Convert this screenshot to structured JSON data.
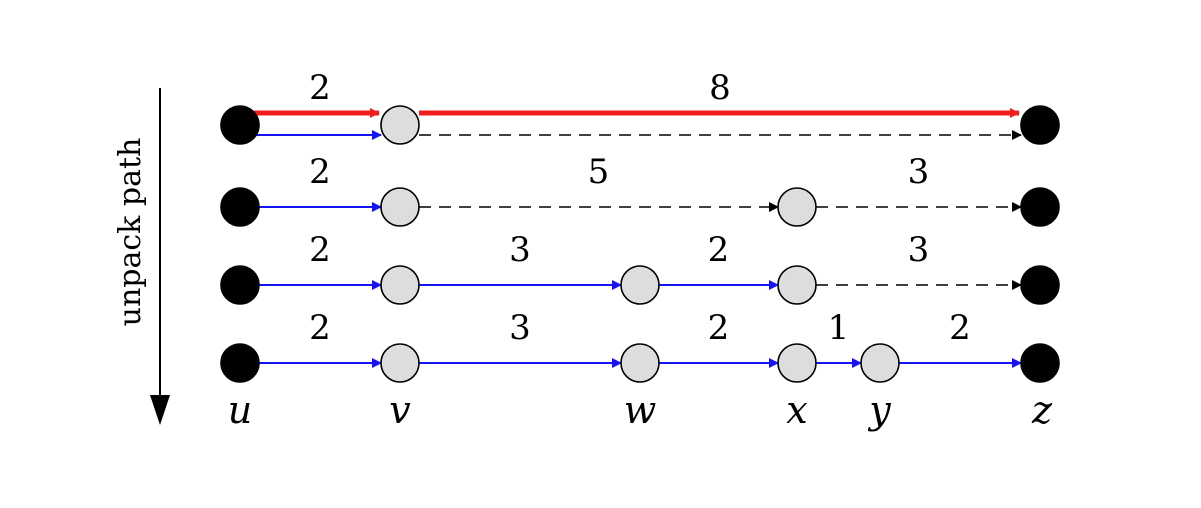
{
  "axis": {
    "label": "unpack path"
  },
  "colors": {
    "red": "#f41d1d",
    "blue": "#1414f5",
    "dashed": "#000000",
    "node_black": "#000000",
    "node_gray": "#dddddd"
  },
  "node_labels": [
    "u",
    "v",
    "w",
    "x",
    "y",
    "z"
  ],
  "rows": [
    {
      "nodes": [
        "u",
        "v",
        "z"
      ],
      "edges": [
        {
          "from": "u",
          "to": "v",
          "weight": "2",
          "style": "red"
        },
        {
          "from": "v",
          "to": "z",
          "weight": "8",
          "style": "red"
        },
        {
          "from": "u",
          "to": "v",
          "weight": "",
          "style": "blue"
        },
        {
          "from": "v",
          "to": "z",
          "weight": "",
          "style": "dashed"
        }
      ]
    },
    {
      "nodes": [
        "u",
        "v",
        "x",
        "z"
      ],
      "edges": [
        {
          "from": "u",
          "to": "v",
          "weight": "2",
          "style": "blue"
        },
        {
          "from": "v",
          "to": "x",
          "weight": "5",
          "style": "dashed"
        },
        {
          "from": "x",
          "to": "z",
          "weight": "3",
          "style": "dashed"
        }
      ]
    },
    {
      "nodes": [
        "u",
        "v",
        "w",
        "x",
        "z"
      ],
      "edges": [
        {
          "from": "u",
          "to": "v",
          "weight": "2",
          "style": "blue"
        },
        {
          "from": "v",
          "to": "w",
          "weight": "3",
          "style": "blue"
        },
        {
          "from": "w",
          "to": "x",
          "weight": "2",
          "style": "blue"
        },
        {
          "from": "x",
          "to": "z",
          "weight": "3",
          "style": "dashed"
        }
      ]
    },
    {
      "nodes": [
        "u",
        "v",
        "w",
        "x",
        "y",
        "z"
      ],
      "edges": [
        {
          "from": "u",
          "to": "v",
          "weight": "2",
          "style": "blue"
        },
        {
          "from": "v",
          "to": "w",
          "weight": "3",
          "style": "blue"
        },
        {
          "from": "w",
          "to": "x",
          "weight": "2",
          "style": "blue"
        },
        {
          "from": "x",
          "to": "y",
          "weight": "1",
          "style": "blue"
        },
        {
          "from": "y",
          "to": "z",
          "weight": "2",
          "style": "blue"
        }
      ]
    }
  ]
}
